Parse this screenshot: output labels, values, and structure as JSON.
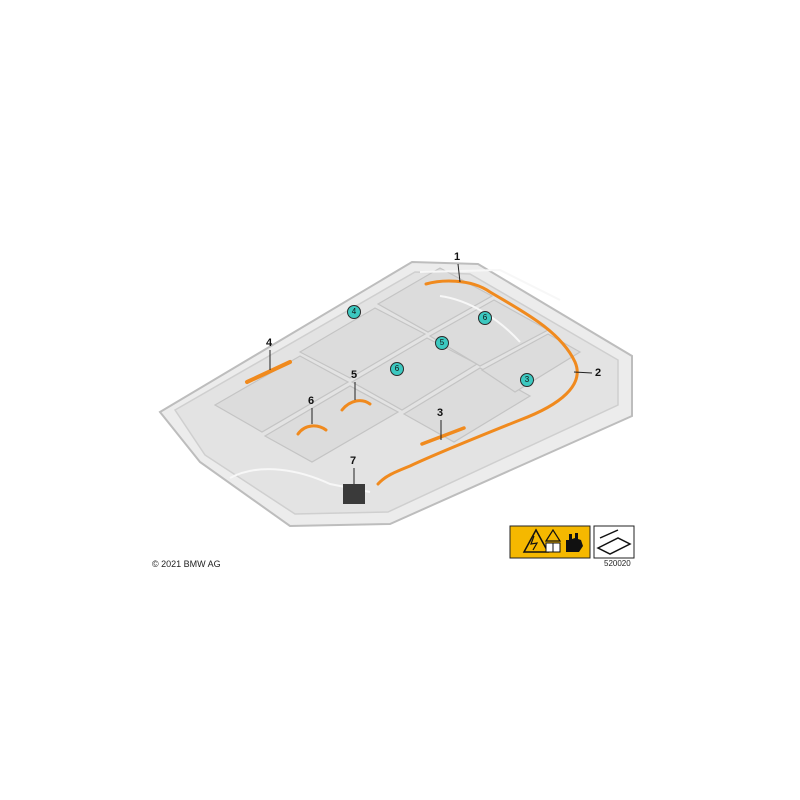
{
  "callouts": {
    "c1": "1",
    "c2": "2",
    "c3": "3",
    "c4": "4",
    "c5": "5",
    "c6": "6",
    "c7": "7"
  },
  "ref_markers": {
    "m_left": "4",
    "m_upper_right": "6",
    "m_center": "5",
    "m_center_left": "6",
    "m_right": "3"
  },
  "copyright": "© 2021 BMW AG",
  "part_number": "520020",
  "colors": {
    "cable": "#f08a1e",
    "tray": "#e6e6e6",
    "tray_edge": "#bdbdbd",
    "marker": "#3cc8c0",
    "warning_yellow": "#f5b800"
  },
  "icons": [
    "high-voltage-warning-icon",
    "read-manual-icon",
    "protective-glove-icon",
    "insert-direction-icon"
  ]
}
